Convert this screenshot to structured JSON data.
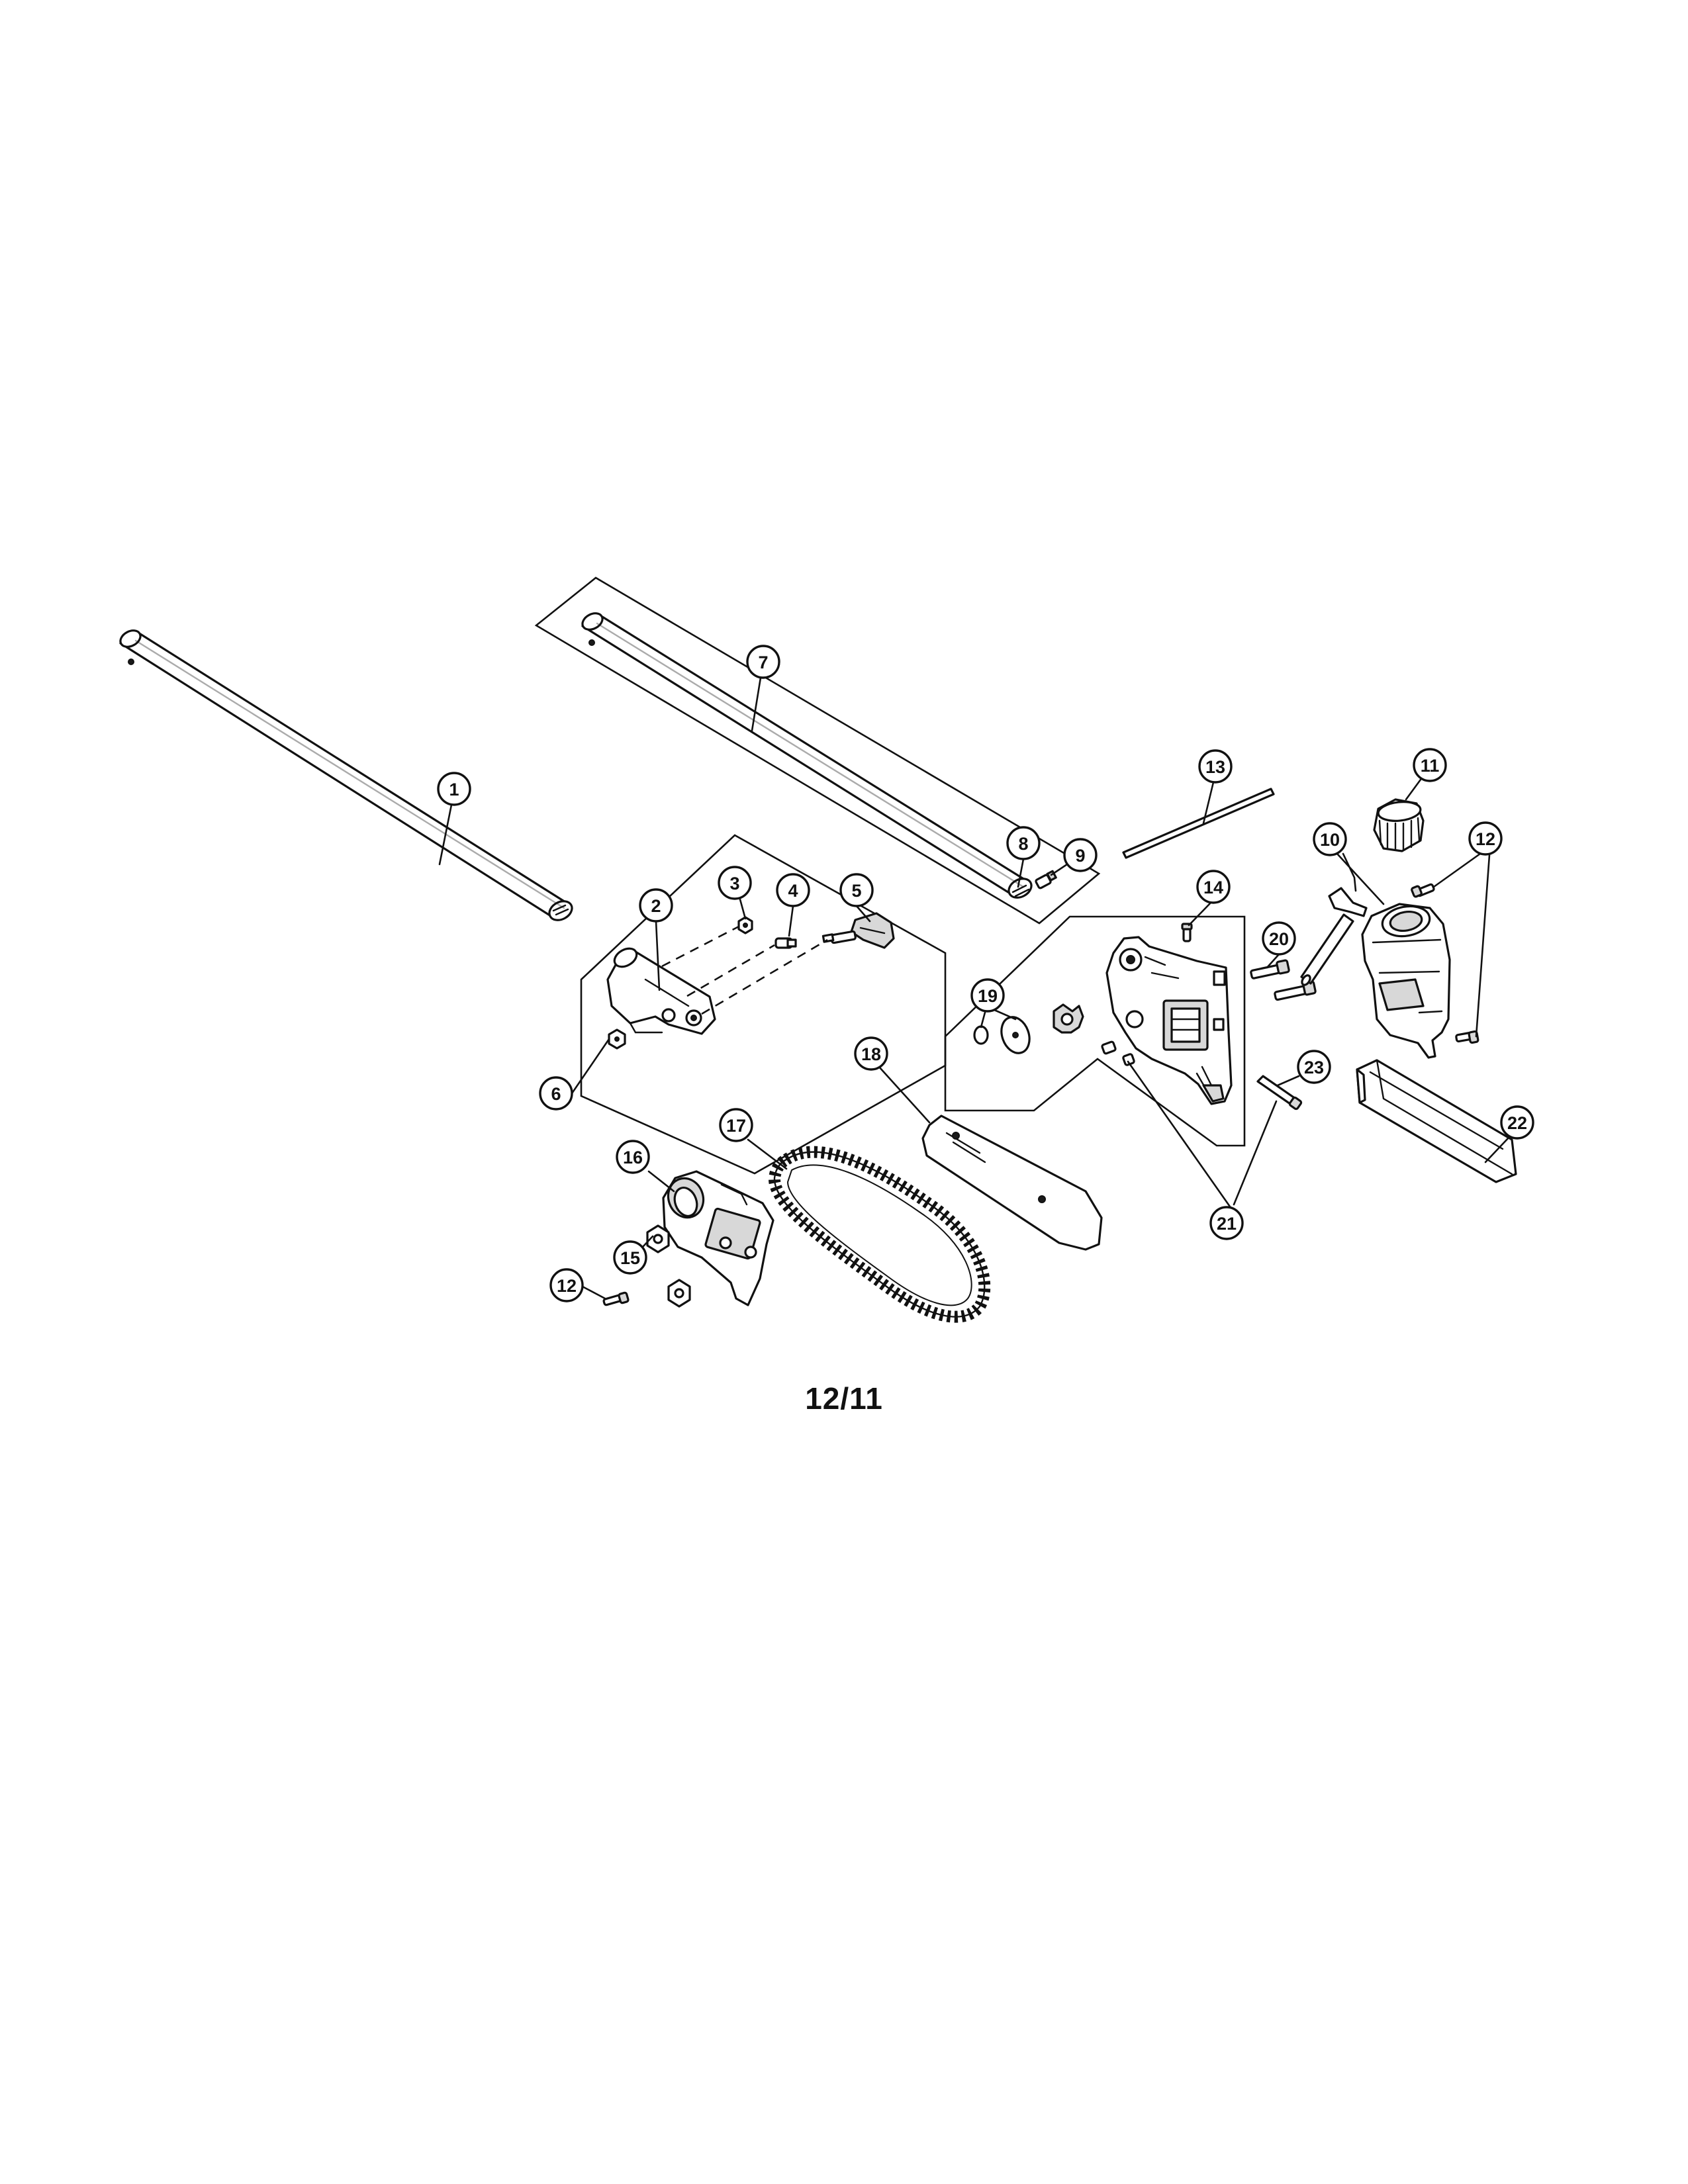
{
  "page": {
    "code": "12/11"
  },
  "callouts": [
    {
      "id": "c1",
      "label": "1"
    },
    {
      "id": "c2",
      "label": "2"
    },
    {
      "id": "c3",
      "label": "3"
    },
    {
      "id": "c4",
      "label": "4"
    },
    {
      "id": "c5",
      "label": "5"
    },
    {
      "id": "c6",
      "label": "6"
    },
    {
      "id": "c7",
      "label": "7"
    },
    {
      "id": "c8",
      "label": "8"
    },
    {
      "id": "c9",
      "label": "9"
    },
    {
      "id": "c10",
      "label": "10"
    },
    {
      "id": "c11",
      "label": "11"
    },
    {
      "id": "c12a",
      "label": "12"
    },
    {
      "id": "c12b",
      "label": "12"
    },
    {
      "id": "c13",
      "label": "13"
    },
    {
      "id": "c14",
      "label": "14"
    },
    {
      "id": "c15",
      "label": "15"
    },
    {
      "id": "c16",
      "label": "16"
    },
    {
      "id": "c17",
      "label": "17"
    },
    {
      "id": "c18",
      "label": "18"
    },
    {
      "id": "c19",
      "label": "19"
    },
    {
      "id": "c20",
      "label": "20"
    },
    {
      "id": "c21",
      "label": "21"
    },
    {
      "id": "c22",
      "label": "22"
    },
    {
      "id": "c23",
      "label": "23"
    }
  ]
}
